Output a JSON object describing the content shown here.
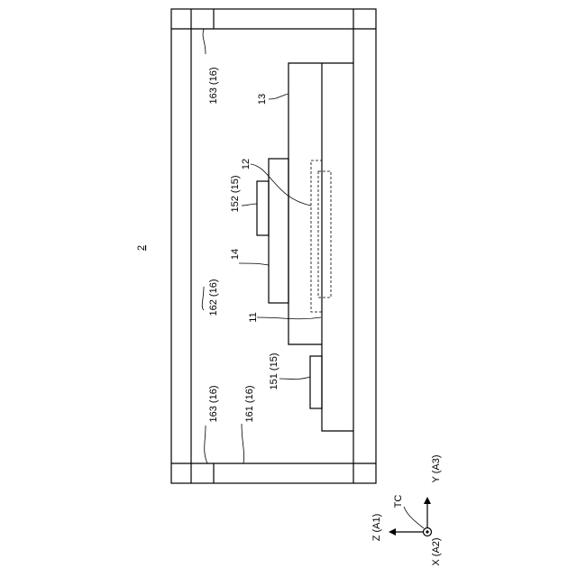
{
  "figure": {
    "ref": "2",
    "labels": {
      "l163_top": "163 (16)",
      "l13": "13",
      "l12": "12",
      "l152": "152 (15)",
      "l14": "14",
      "l162": "162 (16)",
      "l11": "11",
      "l151": "151 (15)",
      "l163_bottom": "163 (16)",
      "l161": "161 (16)"
    },
    "axes": {
      "tc": "TC",
      "y": "Y (A3)",
      "z": "Z (A1)",
      "x": "X (A2)"
    }
  }
}
